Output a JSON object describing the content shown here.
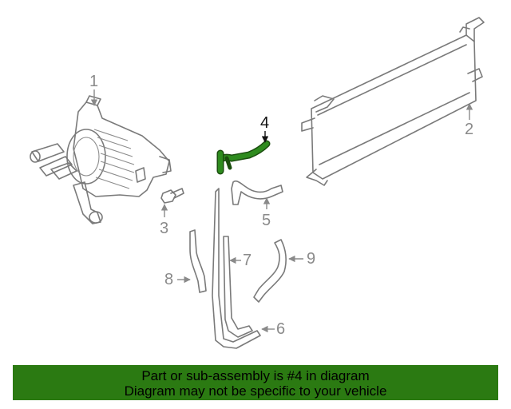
{
  "callouts": [
    "1",
    "2",
    "3",
    "4",
    "5",
    "6",
    "7",
    "8",
    "9"
  ],
  "highlighted_part": "4",
  "colors": {
    "highlight_part": "#2e8b1e",
    "banner_background": "#2b7a12",
    "line_art": "#7a7a7a",
    "callout_text": "#8a8a8a"
  },
  "banner": {
    "line1": "Part or sub-assembly is #4 in diagram",
    "line2": "Diagram may not be specific to your vehicle"
  }
}
